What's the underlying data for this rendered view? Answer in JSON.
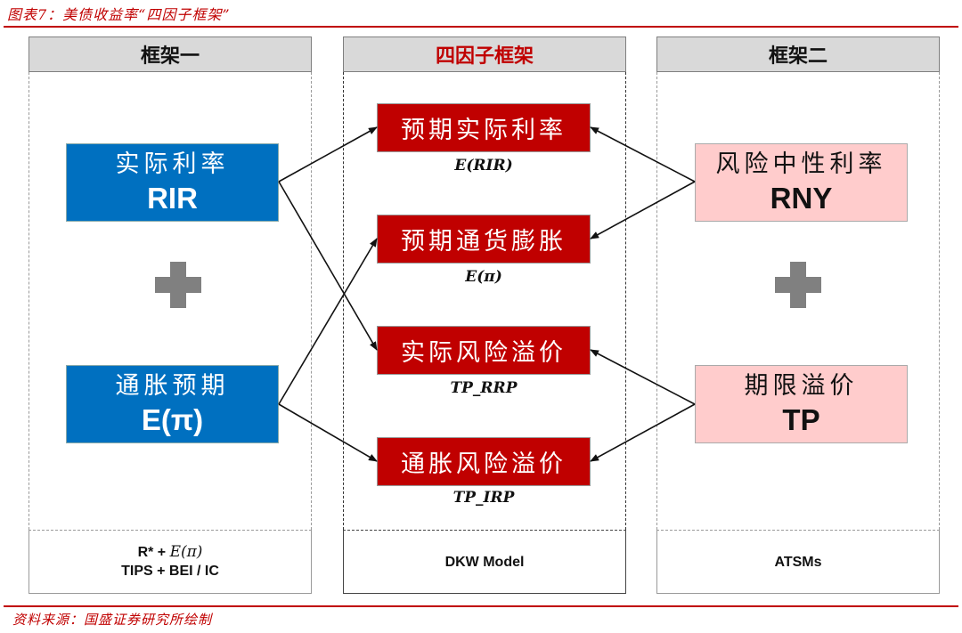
{
  "figure_title": "图表7：美债收益率“四因子框架”",
  "source_note": "资料来源：国盛证券研究所绘制",
  "colors": {
    "accent_red": "#c00000",
    "blue_box": "#0070c0",
    "pink_box": "#ffcccc",
    "header_gray": "#d9d9d9",
    "plus_gray": "#808080"
  },
  "panels": {
    "left": {
      "header": "框架一",
      "boxes": [
        {
          "id": "rir",
          "cn": "实际利率",
          "en": "RIR"
        },
        {
          "id": "inflation_exp",
          "cn": "通胀预期",
          "en": "E(π)"
        }
      ],
      "plus_icon": "plus-icon",
      "footer": {
        "line1_prefix": "R* + ",
        "line1_math": "E(π)",
        "line2": "TIPS + BEI / IC"
      }
    },
    "middle": {
      "header": "四因子框架",
      "factors": [
        {
          "id": "e_rir",
          "cn": "预期实际利率",
          "label": "E(RIR)"
        },
        {
          "id": "e_pi",
          "cn": "预期通货膨胀",
          "label": "E(π)"
        },
        {
          "id": "tp_rrp",
          "cn": "实际风险溢价",
          "label": "TP_RRP"
        },
        {
          "id": "tp_irp",
          "cn": "通胀风险溢价",
          "label": "TP_IRP"
        }
      ],
      "footer": {
        "line1": "DKW Model"
      }
    },
    "right": {
      "header": "框架二",
      "boxes": [
        {
          "id": "rny",
          "cn": "风险中性利率",
          "en": "RNY"
        },
        {
          "id": "tp",
          "cn": "期限溢价",
          "en": "TP"
        }
      ],
      "plus_icon": "plus-icon",
      "footer": {
        "line1": "ATSMs"
      }
    }
  },
  "connections": [
    {
      "from": "rir",
      "to": "e_rir"
    },
    {
      "from": "rir",
      "to": "tp_rrp"
    },
    {
      "from": "inflation_exp",
      "to": "e_pi"
    },
    {
      "from": "inflation_exp",
      "to": "tp_irp"
    },
    {
      "from": "rny",
      "to": "e_rir"
    },
    {
      "from": "rny",
      "to": "e_pi"
    },
    {
      "from": "tp",
      "to": "tp_rrp"
    },
    {
      "from": "tp",
      "to": "tp_irp"
    }
  ]
}
